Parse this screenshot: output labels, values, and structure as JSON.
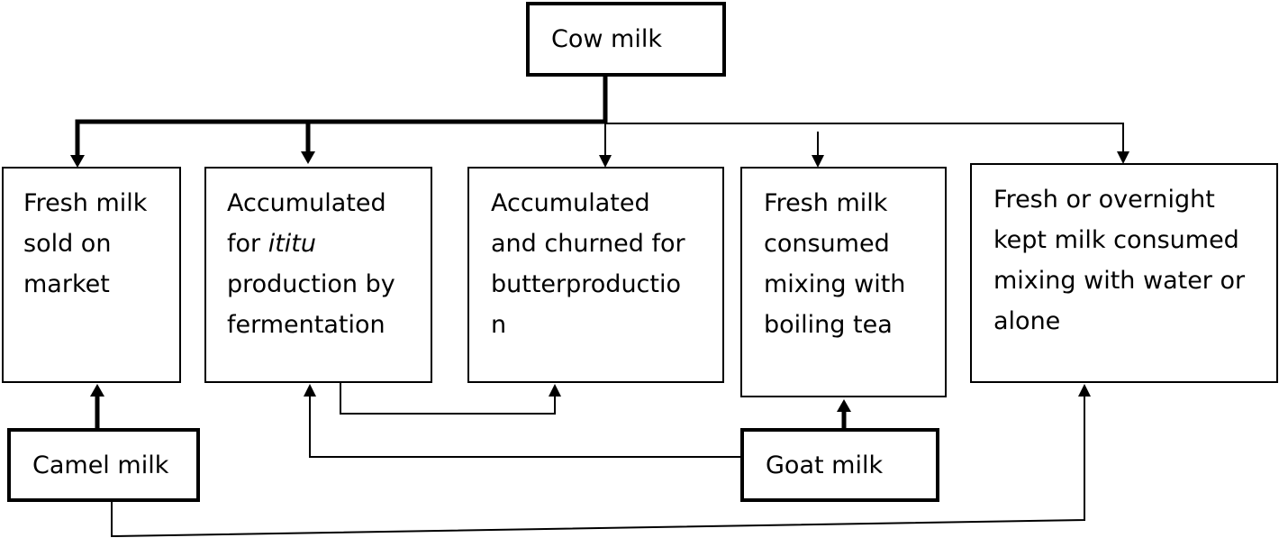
{
  "nodes": {
    "cow": {
      "lines": [
        "Cow milk"
      ]
    },
    "fresh": {
      "lines": [
        "Fresh milk",
        "sold on",
        "market"
      ]
    },
    "ititu": {
      "lines": [
        "Accumulated",
        "for ",
        "production by",
        "fermentation"
      ],
      "italic_word": "ititu"
    },
    "butter": {
      "lines": [
        "Accumulated",
        "and churned for",
        "butterproductio",
        "n"
      ]
    },
    "tea": {
      "lines": [
        "Fresh milk",
        "consumed",
        "mixing with",
        "boiling tea"
      ]
    },
    "water": {
      "lines": [
        "Fresh or overnight",
        "kept milk consumed",
        "mixing with water or",
        "alone"
      ]
    },
    "camel": {
      "lines": [
        "Camel milk"
      ]
    },
    "goat": {
      "lines": [
        "Goat milk"
      ]
    }
  },
  "edges": [
    {
      "from": "cow",
      "to": "fresh",
      "weight": "thick"
    },
    {
      "from": "cow",
      "to": "ititu",
      "weight": "thick"
    },
    {
      "from": "cow",
      "to": "butter",
      "weight": "thin"
    },
    {
      "from": "cow",
      "to": "tea",
      "weight": "thin"
    },
    {
      "from": "cow",
      "to": "water",
      "weight": "thin"
    },
    {
      "from": "camel",
      "to": "fresh",
      "weight": "thick"
    },
    {
      "from": "camel",
      "to": "water",
      "weight": "thin"
    },
    {
      "from": "goat",
      "to": "tea",
      "weight": "thick"
    },
    {
      "from": "goat",
      "to": "ititu",
      "weight": "thin"
    },
    {
      "from": "ititu",
      "to": "butter",
      "weight": "thin"
    }
  ]
}
